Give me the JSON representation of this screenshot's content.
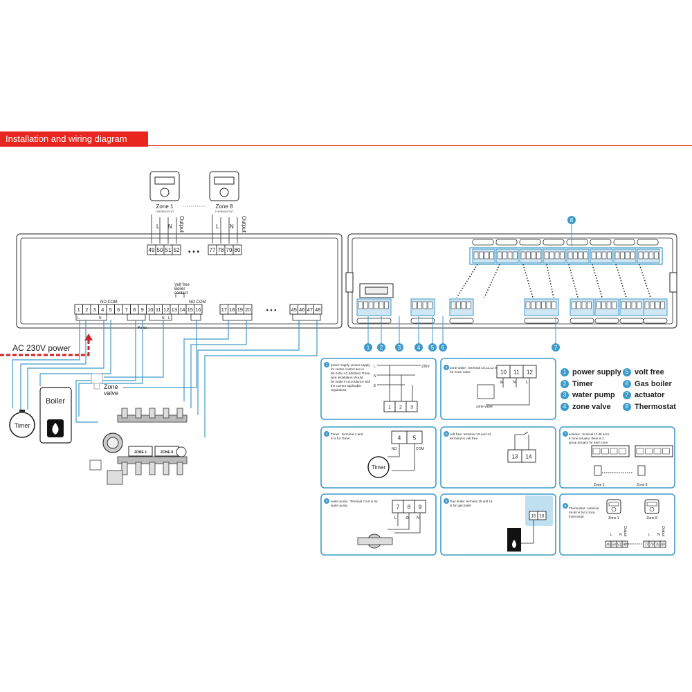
{
  "header": {
    "title": "Installation and wiring diagram"
  },
  "thermostats": [
    {
      "zone": "Zone 1",
      "sub": "THERMOSTAT",
      "terminals": [
        "49",
        "50",
        "51",
        "52"
      ]
    },
    {
      "zone": "Zone 8",
      "sub": "THERMOSTAT",
      "terminals": [
        "77",
        "78",
        "79",
        "80"
      ]
    }
  ],
  "thermo_wire_labels": {
    "l": "L",
    "n": "N",
    "output": "Output"
  },
  "left_panel": {
    "terminals_a": [
      "1",
      "2",
      "3",
      "4",
      "5",
      "6",
      "7",
      "8",
      "9",
      "10",
      "11",
      "12",
      "13",
      "14",
      "15",
      "16"
    ],
    "terminals_b": [
      "17",
      "18",
      "19",
      "20"
    ],
    "terminals_c": [
      "45",
      "46",
      "47",
      "48"
    ],
    "ellipsis": "• • •",
    "no_com_1": "NO COM",
    "no_com_2": "NO COM",
    "volt_free_label": "Volt free\nBoiler\ncontact",
    "pump_label": "Pump",
    "sym_l": "L",
    "sym_n": "N"
  },
  "ac_power": "AC 230V power",
  "devices": {
    "timer": "Timer",
    "boiler": "Boiler",
    "zone_valve": "Zone\nvalve",
    "zone1_label": "ZONE 1",
    "zone8_label": "ZONE 8"
  },
  "callout_numbers": [
    "1",
    "2",
    "3",
    "4",
    "5",
    "6",
    "7",
    "8"
  ],
  "legend": [
    {
      "num": "1",
      "label": "power supply"
    },
    {
      "num": "2",
      "label": "Timer"
    },
    {
      "num": "3",
      "label": "water pump"
    },
    {
      "num": "4",
      "label": "zone valve"
    },
    {
      "num": "5",
      "label": "volt free"
    },
    {
      "num": "6",
      "label": "Gas boiler"
    },
    {
      "num": "7",
      "label": "actuator"
    },
    {
      "num": "8",
      "label": "Thermostat"
    }
  ],
  "panels": {
    "p1": {
      "num": "1",
      "text": "power supply :power supply for centre control box is 95-240V AC,50/60Hz Three wire installation should be made in accordance with the current applicable regulations.",
      "l": "L",
      "n": "N",
      "e": "E",
      "v": "230V",
      "terms": [
        "1",
        "2",
        "3"
      ]
    },
    "p4": {
      "num": "4",
      "text": "zone valve : terminal 10,11,12 is for zone valve",
      "terms": [
        "10",
        "11",
        "12"
      ],
      "sub": "zone valve",
      "syms": [
        "⊖",
        "N",
        "L"
      ]
    },
    "p2": {
      "num": "2",
      "text": "Timer : terminal 4 and 5 is for Timer.",
      "terms": [
        "4",
        "5"
      ],
      "no": "NO",
      "com": "COM",
      "device": "Timer"
    },
    "p5": {
      "num": "5",
      "text": "volt free: terminal 13 and 14 terminal is volt free",
      "terms": [
        "13",
        "14"
      ]
    },
    "p7": {
      "num": "7",
      "text": "actuator : terminal 17-48 is for 8 zone actuator, there is 2 group actuator for each zone.",
      "z1": "Zone 1",
      "z8": "Zone 8"
    },
    "p3": {
      "num": "3",
      "text": "water pump : Terminal 7,8,9 is for water pump",
      "terms": [
        "7",
        "8",
        "9"
      ],
      "syms": [
        "L",
        "⊖",
        "N"
      ]
    },
    "p6": {
      "num": "6",
      "text": "Gas boiler: terminal 15 and 16 is for gas boiler",
      "terms": [
        "15",
        "16"
      ]
    },
    "p8": {
      "num": "8",
      "text": "Thermostat : terminal 49-80 is for 8 zoon thermostat",
      "z1": "Zone 1",
      "z8": "Zone 8",
      "t1": [
        "49",
        "50",
        "51",
        "52"
      ],
      "t8": [
        "77",
        "78",
        "79",
        "80"
      ],
      "l": "L",
      "n": "N",
      "out": "Output"
    }
  }
}
